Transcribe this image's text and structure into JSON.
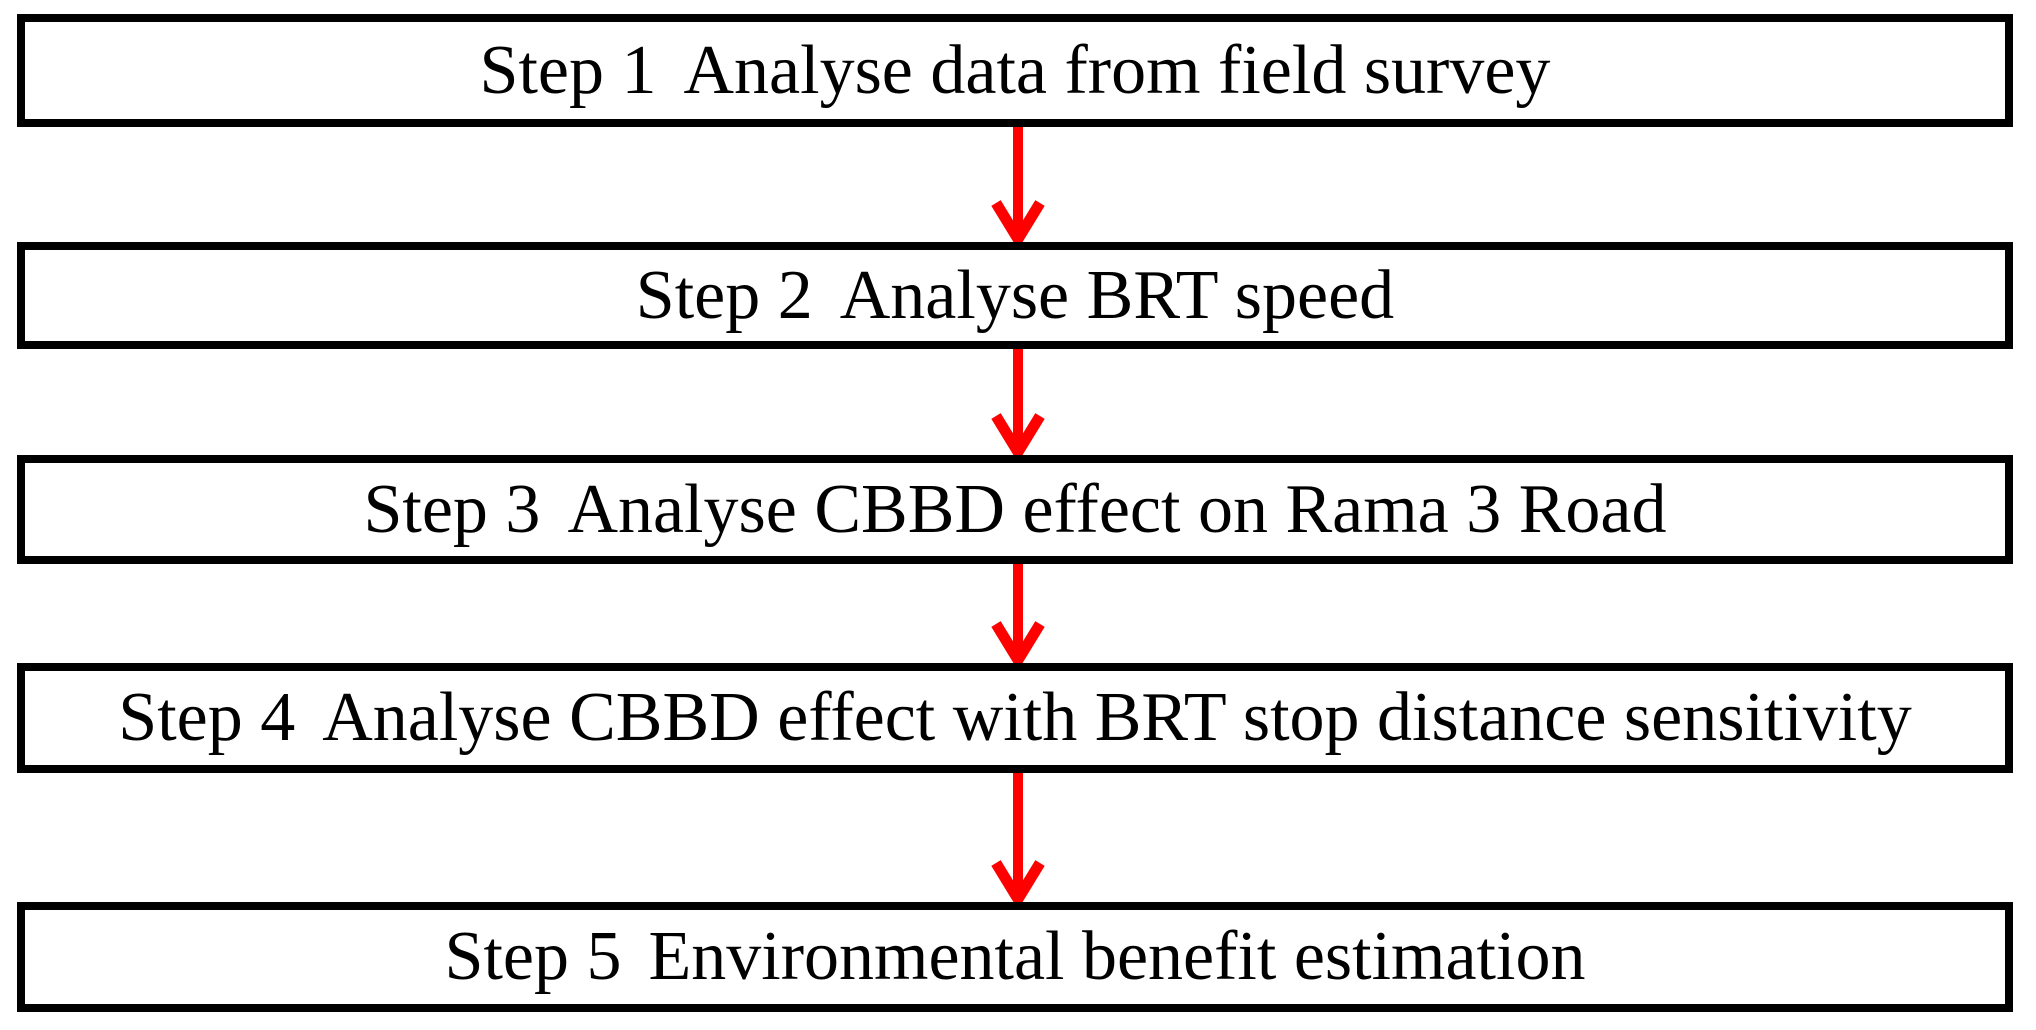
{
  "figure": {
    "type": "flowchart",
    "flow_direction": "top-to-bottom",
    "colors": {
      "background": "#ffffff",
      "border": "#000000",
      "arrow": "#ff0000",
      "text": "#000000"
    },
    "steps": [
      {
        "label": "Step 1",
        "text": "Analyse data from field survey"
      },
      {
        "label": "Step 2",
        "text": "Analyse BRT speed"
      },
      {
        "label": "Step 3",
        "text": "Analyse CBBD effect on Rama 3 Road"
      },
      {
        "label": "Step 4",
        "text": "Analyse CBBD effect with BRT stop distance sensitivity"
      },
      {
        "label": "Step 5",
        "text": "Environmental benefit estimation"
      }
    ]
  }
}
